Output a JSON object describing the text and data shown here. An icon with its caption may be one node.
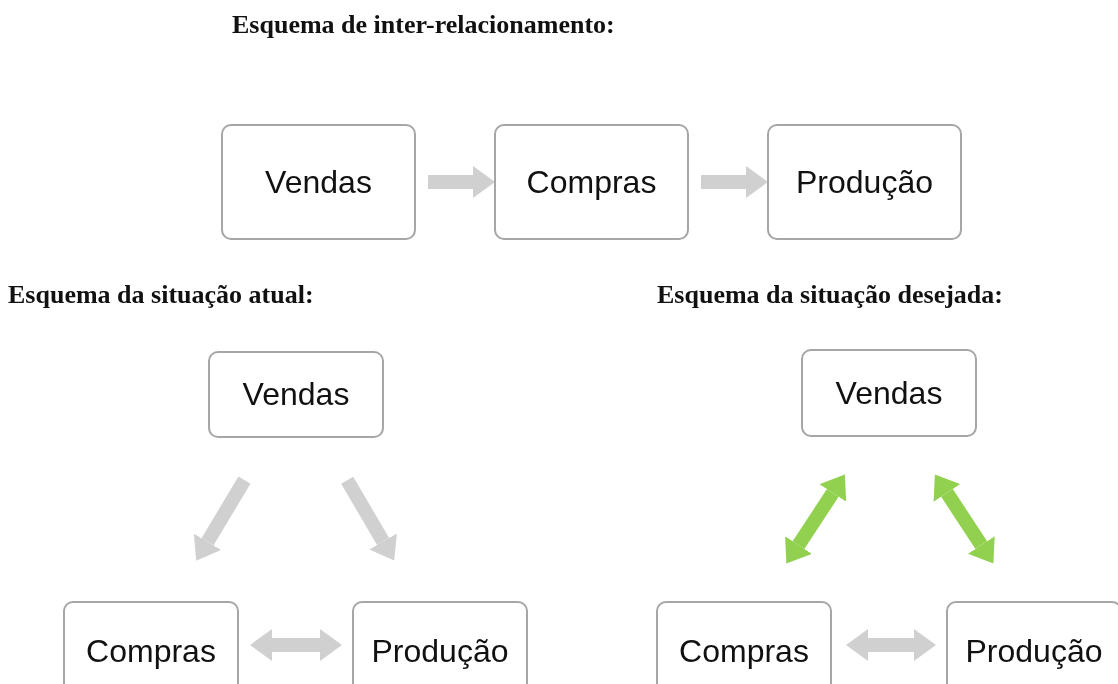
{
  "diagram": {
    "title": "Esquema de inter-relacionamento:",
    "nodes": [
      {
        "text": [
          "Vendas"
        ]
      },
      {
        "text": [
          "Compras"
        ]
      },
      {
        "text": [
          "Produção"
        ]
      },
      {
        "text": [
          "Vendas"
        ]
      },
      {
        "text": [
          "Compras"
        ]
      },
      {
        "text": [
          "Produção"
        ]
      },
      {
        "text": [
          "Vendas"
        ]
      },
      {
        "text": [
          "Compras"
        ]
      },
      {
        "text": [
          "Produção"
        ]
      }
    ],
    "edges": [
      {
        "from": 0,
        "to": 1,
        "arrow": "to"
      },
      {
        "from": 1,
        "to": 2,
        "arrow": "to"
      },
      {
        "from": 3,
        "to": 4,
        "arrow": "to"
      },
      {
        "from": 3,
        "to": 5,
        "arrow": "to"
      },
      {
        "from": 4,
        "to": 5,
        "arrow": "both"
      },
      {
        "from": 6,
        "to": 7,
        "arrow": "both",
        "color": "#92d050"
      },
      {
        "from": 6,
        "to": 8,
        "arrow": "both",
        "color": "#92d050"
      },
      {
        "from": 7,
        "to": 8,
        "arrow": "both"
      }
    ],
    "labels": [
      "Esquema da situação atual:",
      "Esquema da situação desejada:"
    ]
  }
}
